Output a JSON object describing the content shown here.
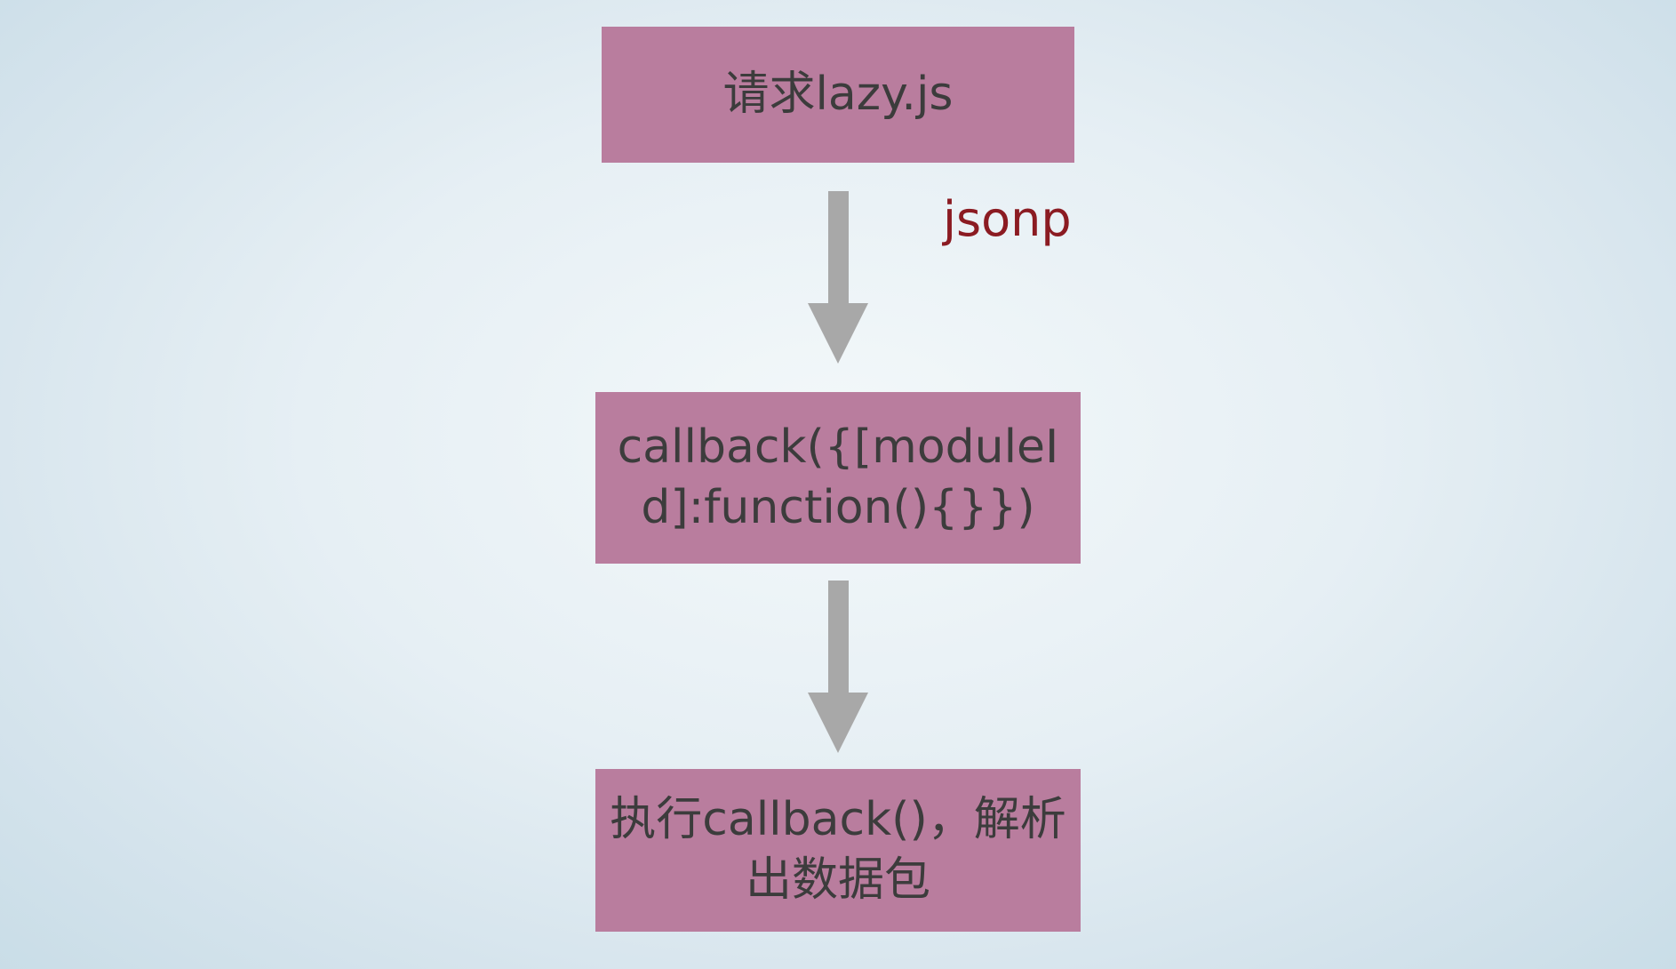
{
  "diagram": {
    "type": "flowchart",
    "direction": "top-down",
    "nodes": [
      {
        "id": "request-lazy-js",
        "label": "请求lazy.js"
      },
      {
        "id": "callback-payload",
        "label": "callback({[moduleId]:function(){}})"
      },
      {
        "id": "execute-callback",
        "label": "执行callback()，解析出数据包"
      }
    ],
    "edges": [
      {
        "from": "request-lazy-js",
        "to": "callback-payload",
        "label": "jsonp"
      },
      {
        "from": "callback-payload",
        "to": "execute-callback",
        "label": ""
      }
    ],
    "colors": {
      "node_fill": "#b97d9e",
      "node_text": "#3c3c3c",
      "arrow": "#a8a8a8",
      "edge_label_text": "#8b1b22",
      "background_center": "#f3f8fa",
      "background_edge": "#c9dde7"
    }
  }
}
